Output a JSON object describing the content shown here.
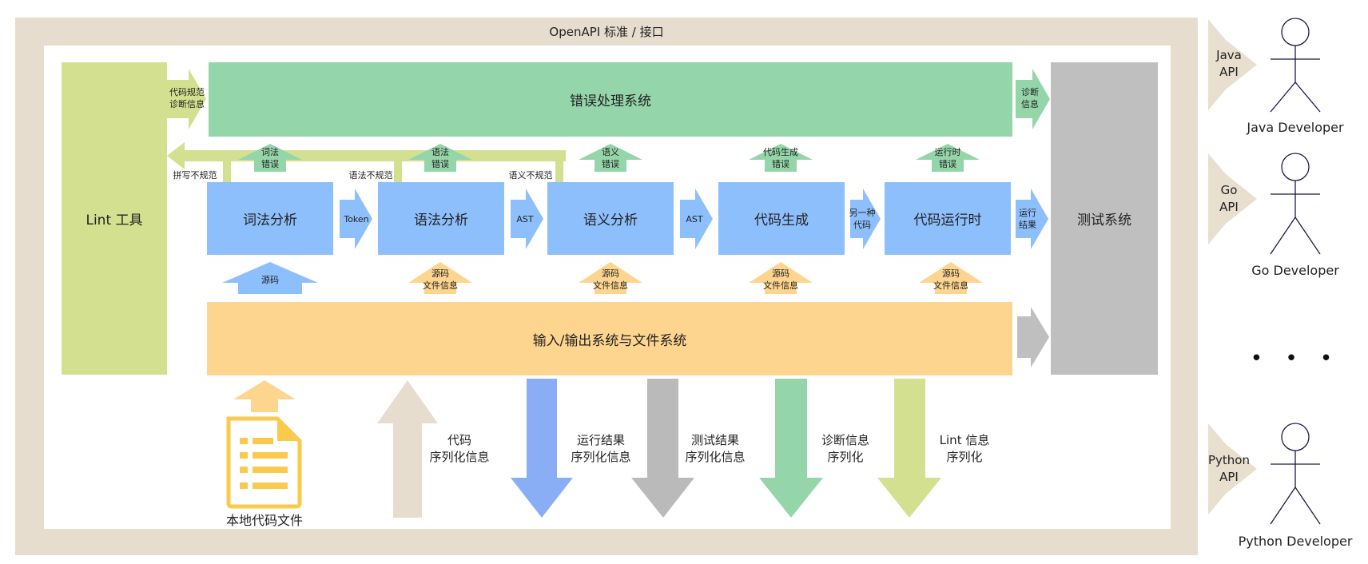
{
  "frame_title": "OpenAPI 标准 / 接口",
  "lint_tool": "Lint 工具",
  "error_system": "错误处理系统",
  "test_system": "测试系统",
  "io_system": "输入/输出系统与文件系统",
  "stages": [
    "词法分析",
    "语法分析",
    "语义分析",
    "代码生成",
    "代码运行时"
  ],
  "between_labels": [
    "Token",
    "AST",
    "AST",
    "另一种\n代码"
  ],
  "run_result_label": "运行\n结果",
  "lint_to_error_label": "代码规范\n诊断信息",
  "error_to_test_label": "诊断\n信息",
  "error_labels": [
    "词法\n错误",
    "语法\n错误",
    "语义\n错误",
    "代码生成\n错误",
    "运行时\n错误"
  ],
  "lint_feedback_labels": [
    "拼写不规范",
    "语法不规范",
    "语义不规范"
  ],
  "input_labels": [
    "源码",
    "源码\n文件信息",
    "源码\n文件信息",
    "源码\n文件信息",
    "源码\n文件信息"
  ],
  "local_file_label": "本地代码文件",
  "serialization_labels": [
    "代码\n序列化信息",
    "运行结果\n序列化信息",
    "测试结果\n序列化信息",
    "诊断信息\n序列化",
    "Lint 信息\n序列化"
  ],
  "apis": [
    {
      "api": "Java\nAPI",
      "developer": "Java Developer"
    },
    {
      "api": "Go\nAPI",
      "developer": "Go Developer"
    },
    {
      "api": "Python\nAPI",
      "developer": "Python Developer"
    }
  ],
  "ellipsis": "• • •",
  "colors": {
    "frame": "#e6ddcf",
    "lint": "#d3e08f",
    "error": "#94d5a9",
    "test": "#bfbfbf",
    "io": "#fed58f",
    "stage": "#8dbffc",
    "api_arrow": "#e8dfcf",
    "serial_code": "#e6ddcf",
    "serial_run": "#8aaef5",
    "serial_test": "#bababa",
    "serial_diag": "#94d5a9",
    "serial_lint": "#d3e08f",
    "file_icon": "#fbc94c"
  }
}
